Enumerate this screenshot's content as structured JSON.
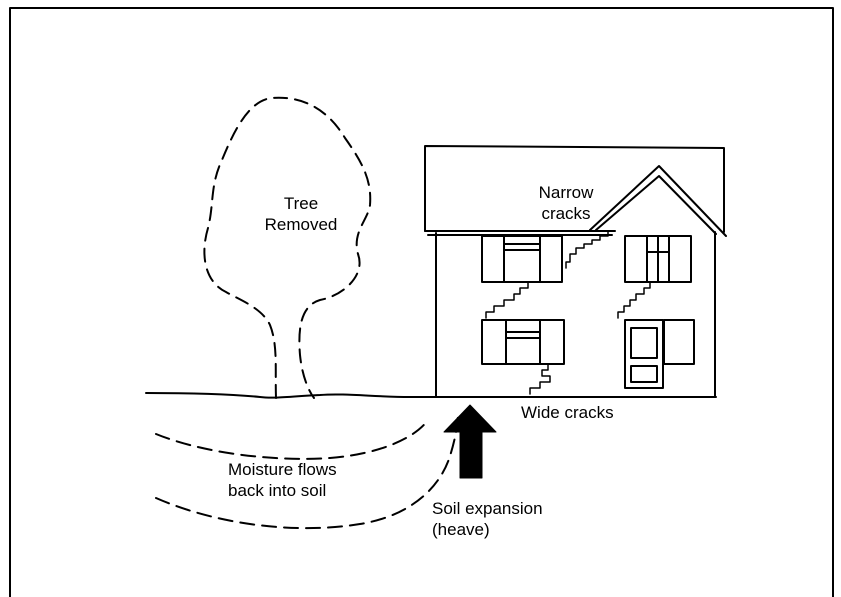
{
  "labels": {
    "tree_line1": "Tree",
    "tree_line2": "Removed",
    "narrow_line1": "Narrow",
    "narrow_line2": "cracks",
    "wide": "Wide cracks",
    "moisture_line1": "Moisture flows",
    "moisture_line2": "back into soil",
    "soil_line1": "Soil expansion",
    "soil_line2": "(heave)"
  },
  "colors": {
    "ink": "#000000",
    "paper": "#ffffff"
  }
}
